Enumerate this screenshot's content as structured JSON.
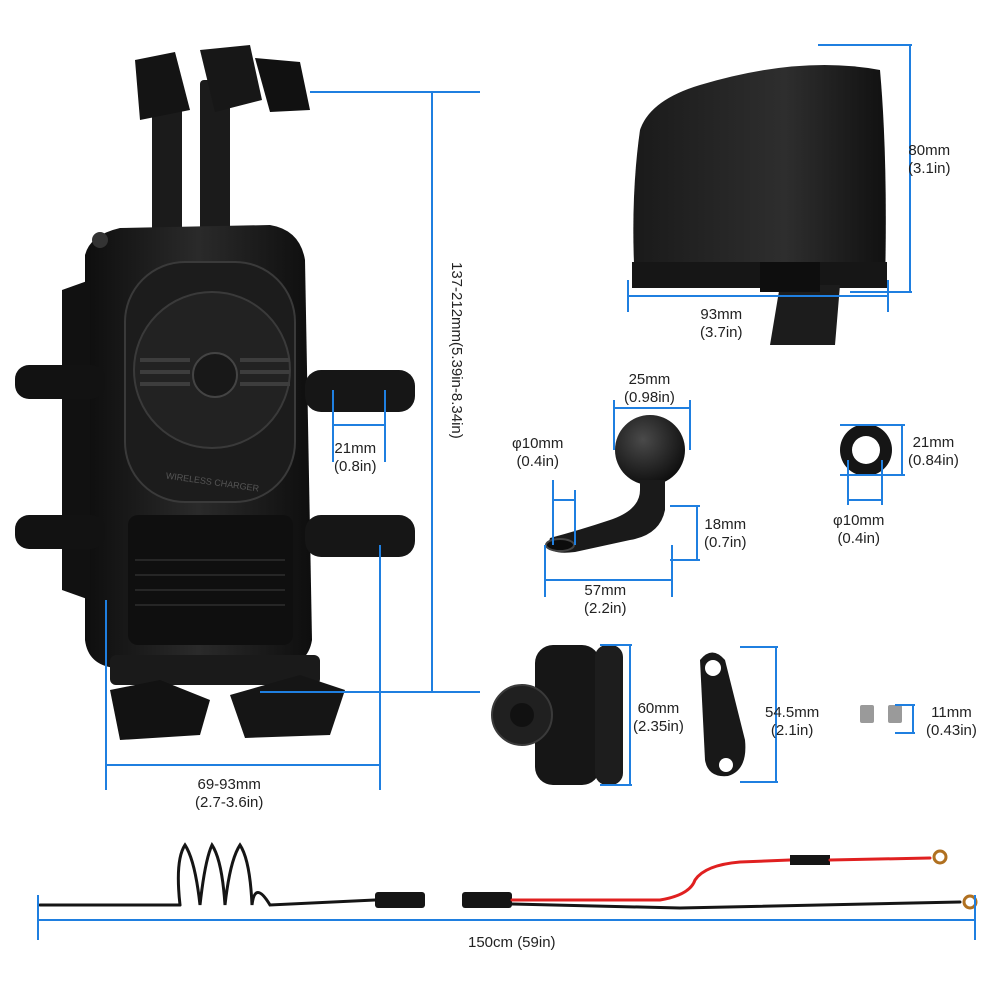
{
  "colors": {
    "dimension_line": "#1f7fe0",
    "product": "#151515",
    "product_highlight": "#3a3a3a",
    "cable_red": "#e02020",
    "background": "#ffffff"
  },
  "dimensions": {
    "holder_height": "137-212mm(5.39in-8.34in)",
    "holder_width_mm": "69-93mm",
    "holder_width_in": "(2.7-3.6in)",
    "arm_mm": "21mm",
    "arm_in": "(0.8in)",
    "visor_height_mm": "80mm",
    "visor_height_in": "(3.1in)",
    "visor_width_mm": "93mm",
    "visor_width_in": "(3.7in)",
    "ball_mm": "25mm",
    "ball_in": "(0.98in)",
    "bolt_mm": "φ10mm",
    "bolt_in": "(0.4in)",
    "bracket_height_mm": "18mm",
    "bracket_height_in": "(0.7in)",
    "bracket_width_mm": "57mm",
    "bracket_width_in": "(2.2in)",
    "washer_mm": "21mm",
    "washer_in": "(0.84in)",
    "washer_hole_mm": "φ10mm",
    "washer_hole_in": "(0.4in)",
    "clamp_mm": "60mm",
    "clamp_in": "(2.35in)",
    "arm_link_mm": "54.5mm",
    "arm_link_in": "(2.1in)",
    "screw_mm": "11mm",
    "screw_in": "(0.43in)",
    "cable_length": "150cm (59in)"
  },
  "charger": {
    "pad_text": "WIRELESS CHARGER"
  }
}
